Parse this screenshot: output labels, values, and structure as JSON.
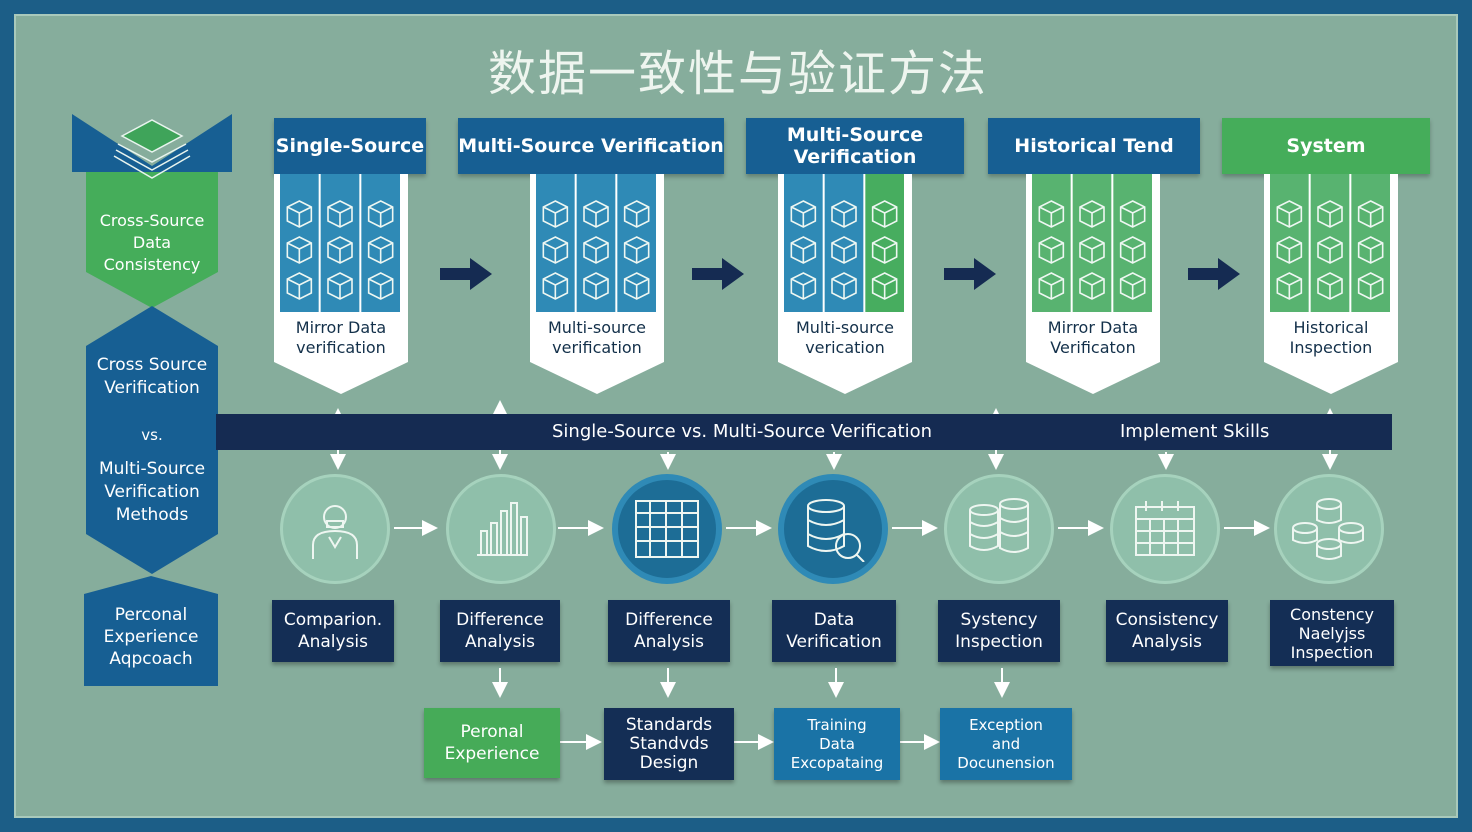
{
  "title": "数据一致性与验证方法",
  "left_column": {
    "badge_top": "Cross-Source\nData Consistency",
    "middle_line1": "Cross Source\nVerification",
    "middle_vs": "vs.",
    "middle_line2": "Multi-Source\nVerification\nMethods",
    "bottom": "Perconal\nExperience\nAqpcoach"
  },
  "headers": [
    {
      "label": "Single-Source",
      "color": "blue"
    },
    {
      "label": "Multi-Source Verification",
      "color": "blue"
    },
    {
      "label": "Multi-Source Verification",
      "color": "blue"
    },
    {
      "label": "Historical Tend",
      "color": "blue"
    },
    {
      "label": "System",
      "color": "green"
    }
  ],
  "cards": [
    {
      "label": "Mirror Data\nverification",
      "tone": "blue"
    },
    {
      "label": "Multi-source\nverification",
      "tone": "blue"
    },
    {
      "label": "Multi-source\nverication",
      "tone": "mixed"
    },
    {
      "label": "Mirror Data\nVerificaton",
      "tone": "green"
    },
    {
      "label": "Historical\nInspection",
      "tone": "green"
    }
  ],
  "bar": {
    "left_text": "Single-Source vs.  Multi-Source Verification",
    "right_text": "Implement Skills"
  },
  "process_nodes": [
    {
      "icon": "person-icon",
      "label": "Comparion.\nAnalysis"
    },
    {
      "icon": "bar-chart-icon",
      "label": "Difference\nAnalysis"
    },
    {
      "icon": "table-grid-icon",
      "label": "Difference\nAnalysis"
    },
    {
      "icon": "database-search-icon",
      "label": "Data\nVerification"
    },
    {
      "icon": "database-stack-icon",
      "label": "Systency\nInspection"
    },
    {
      "icon": "calendar-icon",
      "label": "Consistency\nAnalysis"
    },
    {
      "icon": "coins-stack-icon",
      "label": "Constency\nNaelyjss\nInspection"
    }
  ],
  "bottom_row": [
    {
      "label": "Peronal\nExperience",
      "color": "green"
    },
    {
      "label": "Standards\nStandvds\nDesign",
      "color": "navy"
    },
    {
      "label": "Training\nData\nExcopataing",
      "color": "blue"
    },
    {
      "label": "Exception\nand\nDocunension",
      "color": "blue"
    }
  ],
  "colors": {
    "background": "#86ad9c",
    "frame": "#1c5e87",
    "navy": "#152b52",
    "blue": "#175f93",
    "green": "#45ad5a"
  }
}
